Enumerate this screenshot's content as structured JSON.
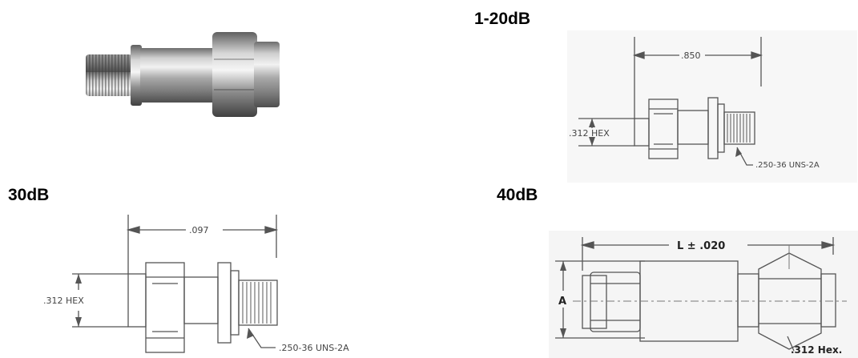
{
  "headings": {
    "top_right": "1-20dB",
    "middle_left": "30dB",
    "middle_right": "40dB"
  },
  "drawing_1_20db": {
    "length_dim": ".850",
    "hex_dim": ".312  HEX",
    "thread_callout": ".250-36  UNS-2A"
  },
  "drawing_30db": {
    "length_dim": ".097",
    "hex_dim": ".312  HEX",
    "thread_callout": ".250-36  UNS-2A"
  },
  "drawing_40db": {
    "length_dim": "L ± .020",
    "diameter_dim": "A",
    "hex_callout": ".312 Hex."
  },
  "colors": {
    "line": "#555555",
    "dim_text": "#444444",
    "metal_light": "#d9d9d9",
    "metal_dark": "#6f6f6f",
    "drawing_bg_1_20db": "#f7f7f7",
    "drawing_bg_40db": "#f5f5f5"
  }
}
